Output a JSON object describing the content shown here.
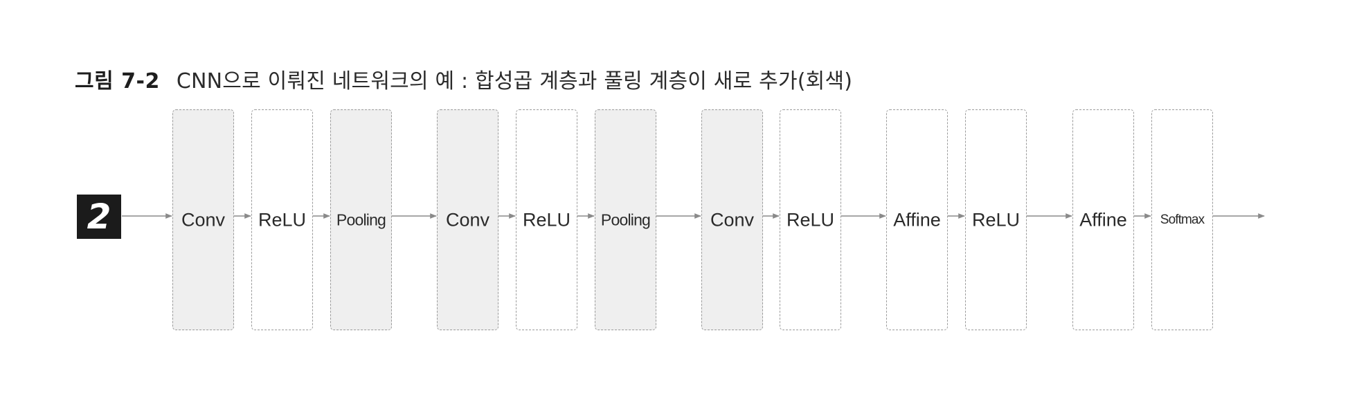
{
  "figure": {
    "number": "그림 7-2",
    "caption": "CNN으로 이뤄진 네트워크의 예 : 합성곱 계층과 풀링 계층이 새로 추가(회색)"
  },
  "input": {
    "digit": "2"
  },
  "layers": [
    {
      "label": "Conv",
      "shaded": true
    },
    {
      "label": "ReLU",
      "shaded": false
    },
    {
      "label": "Pooling",
      "shaded": true
    },
    {
      "label": "Conv",
      "shaded": true
    },
    {
      "label": "ReLU",
      "shaded": false
    },
    {
      "label": "Pooling",
      "shaded": true
    },
    {
      "label": "Conv",
      "shaded": true
    },
    {
      "label": "ReLU",
      "shaded": false
    },
    {
      "label": "Affine",
      "shaded": false
    },
    {
      "label": "ReLU",
      "shaded": false
    },
    {
      "label": "Affine",
      "shaded": false
    },
    {
      "label": "Softmax",
      "shaded": false
    }
  ],
  "colors": {
    "shaded_fill": "#efefef",
    "border": "#9a9a9a",
    "arrow": "#8a8a8a"
  }
}
